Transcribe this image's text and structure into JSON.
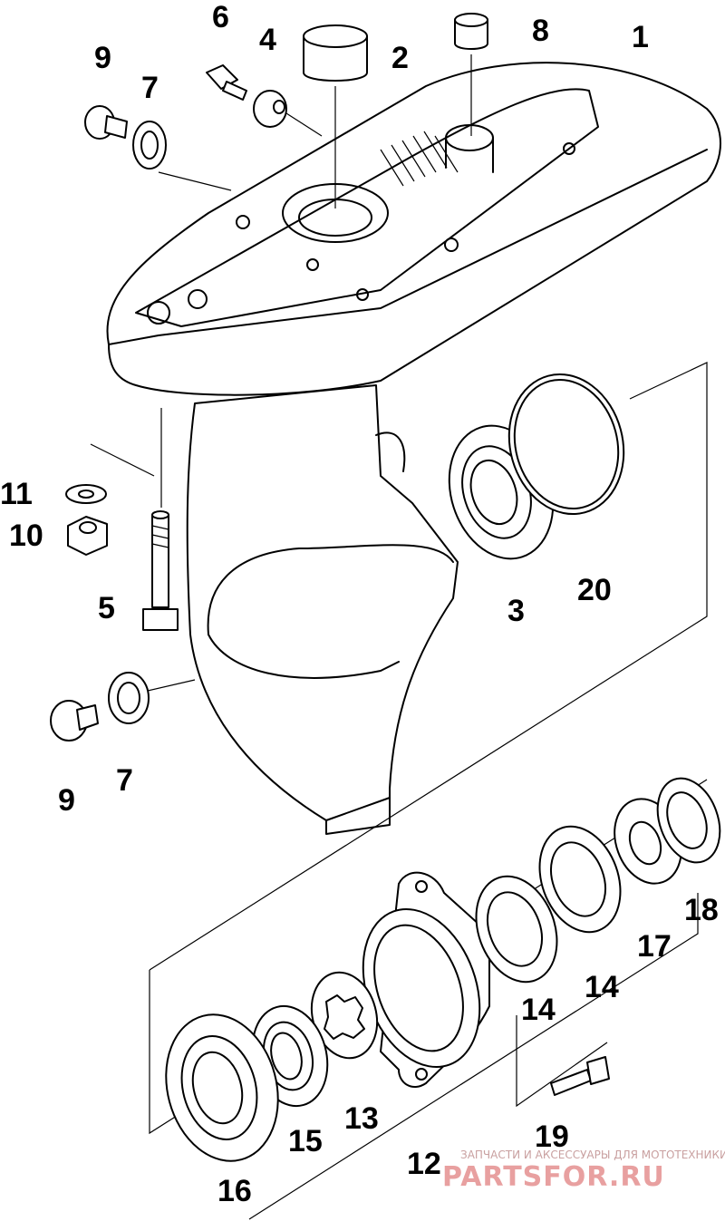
{
  "diagram": {
    "callouts": [
      "1",
      "2",
      "3",
      "4",
      "5",
      "6",
      "7",
      "7",
      "8",
      "9",
      "9",
      "10",
      "11",
      "12",
      "13",
      "14",
      "14",
      "15",
      "16",
      "17",
      "18",
      "19",
      "20"
    ]
  },
  "watermark": {
    "tagline": "ЗАПЧАСТИ И АКСЕССУАРЫ ДЛЯ МОТОТЕХНИКИ",
    "logo": "PARTSFOR.RU"
  }
}
